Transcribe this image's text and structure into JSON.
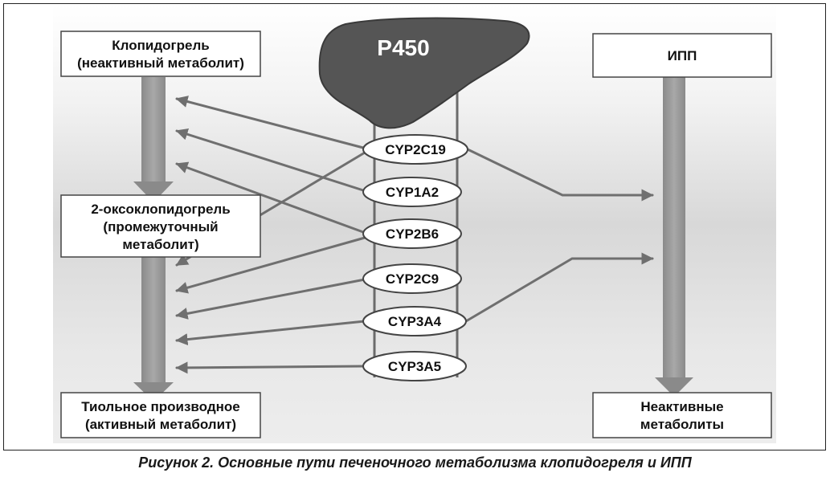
{
  "diagram": {
    "liver_label": "P450",
    "left_boxes": {
      "top": [
        "Клопидогрель",
        "(неактивный метаболит)"
      ],
      "middle": [
        "2-оксоклопидогрель",
        "(промежуточный",
        "метаболит)"
      ],
      "bottom": [
        "Тиольное производное",
        "(активный метаболит)"
      ]
    },
    "right_boxes": {
      "top": [
        "ИПП"
      ],
      "bottom": [
        "Неактивные",
        "метаболиты"
      ]
    },
    "enzymes": [
      "CYP2C19",
      "CYP1A2",
      "CYP2B6",
      "CYP2C9",
      "CYP3A4",
      "CYP3A5"
    ]
  },
  "caption": "Рисунок 2. Основные пути печеночного метаболизма клопидогреля и ИПП"
}
